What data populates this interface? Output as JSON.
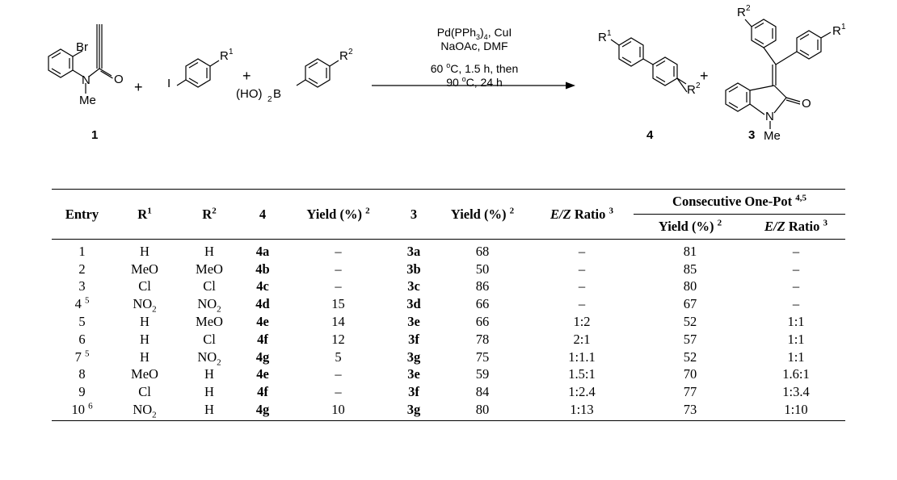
{
  "scheme": {
    "labels": {
      "br": "Br",
      "o": "O",
      "n": "N",
      "me": "Me",
      "r": "R",
      "r1_sup": "1",
      "r2_sup": "2",
      "i": "I",
      "boronic_pre": "(HO)",
      "boronic_sub": "2",
      "boronic_post": "B",
      "plus": "+"
    },
    "compound_numbers": {
      "c1": "1",
      "c4": "4",
      "c3": "3"
    },
    "conditions": {
      "line1_a": "Pd(PPh",
      "line1_sub": "3",
      "line1_b": ")",
      "line1_sub2": "4",
      "line1_c": ", CuI",
      "line2": "NaOAc, DMF",
      "line3_a": "60 ",
      "line3_deg": "o",
      "line3_b": "C, 1.5 h, then",
      "line4_a": "90 ",
      "line4_deg": "o",
      "line4_b": "C, 24 h"
    }
  },
  "table": {
    "headers": {
      "entry": "Entry",
      "r1": "R",
      "r1_sup": "1",
      "r2": "R",
      "r2_sup": "2",
      "c4": "4",
      "yield4": "Yield (%) ",
      "yield4_sup": "2",
      "c3": "3",
      "yield3": "Yield (%) ",
      "yield3_sup": "2",
      "ez_italic": "E/Z",
      "ez": " Ratio ",
      "ez_sup": "3",
      "group": "Consecutive One-Pot ",
      "group_sup": "4,5",
      "sub_yield": "Yield (%) ",
      "sub_yield_sup": "2",
      "sub_ez_italic": "E/Z",
      "sub_ez": " Ratio ",
      "sub_ez_sup": "3"
    },
    "rows": [
      {
        "entry": "1",
        "entry_sup": "",
        "r1": "H",
        "r1_sub": "",
        "r2": "H",
        "r2_sub": "",
        "c4": "4a",
        "y4": "–",
        "c3": "3a",
        "y3": "68",
        "ez": "–",
        "oy": "81",
        "oez": "–"
      },
      {
        "entry": "2",
        "entry_sup": "",
        "r1": "MeO",
        "r1_sub": "",
        "r2": "MeO",
        "r2_sub": "",
        "c4": "4b",
        "y4": "–",
        "c3": "3b",
        "y3": "50",
        "ez": "–",
        "oy": "85",
        "oez": "–"
      },
      {
        "entry": "3",
        "entry_sup": "",
        "r1": "Cl",
        "r1_sub": "",
        "r2": "Cl",
        "r2_sub": "",
        "c4": "4c",
        "y4": "–",
        "c3": "3c",
        "y3": "86",
        "ez": "–",
        "oy": "80",
        "oez": "–"
      },
      {
        "entry": "4 ",
        "entry_sup": "5",
        "r1": "NO",
        "r1_sub": "2",
        "r2": "NO",
        "r2_sub": "2",
        "c4": "4d",
        "y4": "15",
        "c3": "3d",
        "y3": "66",
        "ez": "–",
        "oy": "67",
        "oez": "–"
      },
      {
        "entry": "5",
        "entry_sup": "",
        "r1": "H",
        "r1_sub": "",
        "r2": "MeO",
        "r2_sub": "",
        "c4": "4e",
        "y4": "14",
        "c3": "3e",
        "y3": "66",
        "ez": "1:2",
        "oy": "52",
        "oez": "1:1"
      },
      {
        "entry": "6",
        "entry_sup": "",
        "r1": "H",
        "r1_sub": "",
        "r2": "Cl",
        "r2_sub": "",
        "c4": "4f",
        "y4": "12",
        "c3": "3f",
        "y3": "78",
        "ez": "2:1",
        "oy": "57",
        "oez": "1:1"
      },
      {
        "entry": "7 ",
        "entry_sup": "5",
        "r1": "H",
        "r1_sub": "",
        "r2": "NO",
        "r2_sub": "2",
        "c4": "4g",
        "y4": "5",
        "c3": "3g",
        "y3": "75",
        "ez": "1:1.1",
        "oy": "52",
        "oez": "1:1"
      },
      {
        "entry": "8",
        "entry_sup": "",
        "r1": "MeO",
        "r1_sub": "",
        "r2": "H",
        "r2_sub": "",
        "c4": "4e",
        "y4": "–",
        "c3": "3e",
        "y3": "59",
        "ez": "1.5:1",
        "oy": "70",
        "oez": "1.6:1"
      },
      {
        "entry": "9",
        "entry_sup": "",
        "r1": "Cl",
        "r1_sub": "",
        "r2": "H",
        "r2_sub": "",
        "c4": "4f",
        "y4": "–",
        "c3": "3f",
        "y3": "84",
        "ez": "1:2.4",
        "oy": "77",
        "oez": "1:3.4"
      },
      {
        "entry": "10 ",
        "entry_sup": "6",
        "r1": "NO",
        "r1_sub": "2",
        "r2": "H",
        "r2_sub": "",
        "c4": "4g",
        "y4": "10",
        "c3": "3g",
        "y3": "80",
        "ez": "1:13",
        "oy": "73",
        "oez": "1:10"
      }
    ]
  }
}
